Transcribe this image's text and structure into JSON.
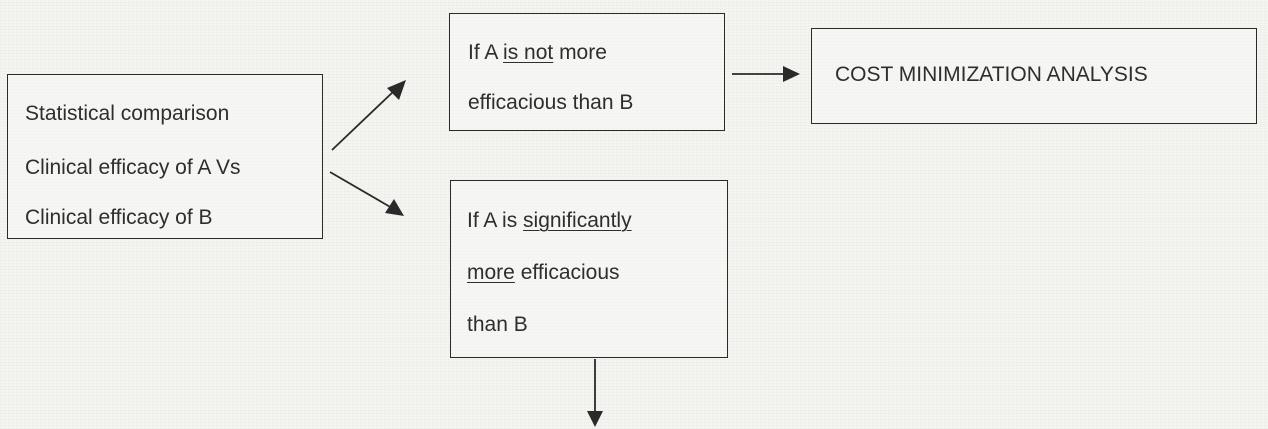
{
  "source_box": {
    "lines": [
      "Statistical comparison",
      "Clinical efficacy of A Vs",
      "Clinical efficacy of B"
    ]
  },
  "upper_condition": {
    "line1_pre": "If A ",
    "line1_underlined": "is not",
    "line1_post": " more",
    "line2": "efficacious than B"
  },
  "outcome_box": {
    "label": "COST MINIMIZATION ANALYSIS"
  },
  "lower_condition": {
    "line1_pre": "If A is ",
    "line1_underlined": "significantly",
    "line2_underlined": "more",
    "line2_post": " efficacious",
    "line3": "than B"
  },
  "colors": {
    "ink": "#2a2a2a",
    "paper": "#f3f3f0"
  }
}
